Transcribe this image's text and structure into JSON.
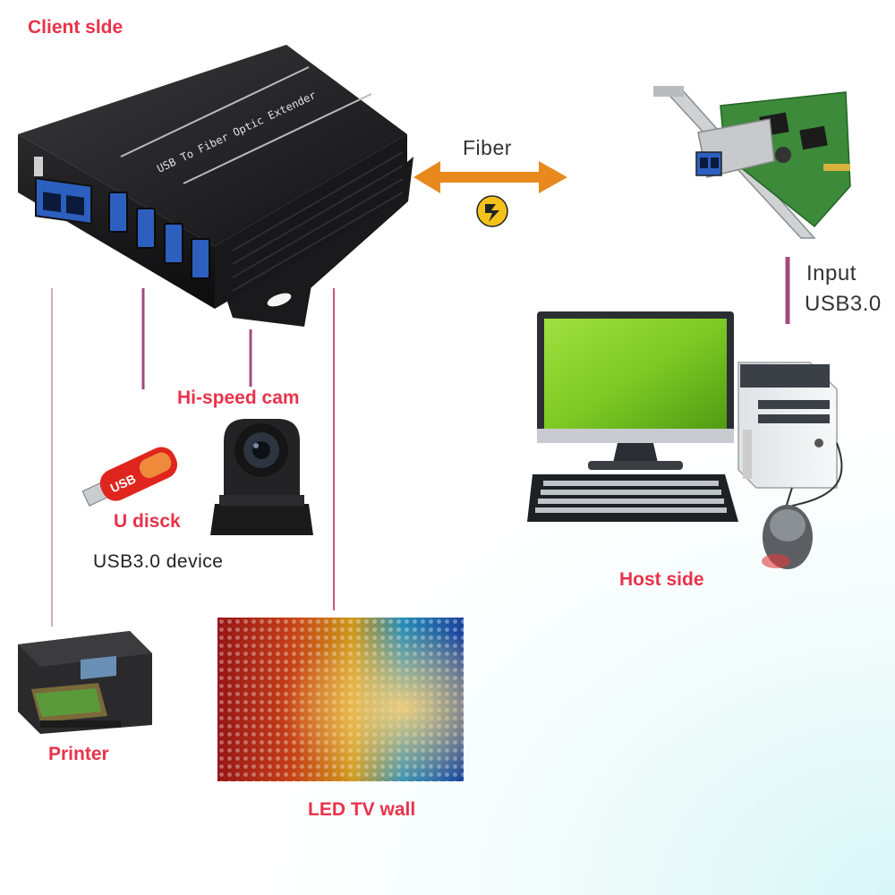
{
  "labels": {
    "client_side": "Client slde",
    "fiber": "Fiber",
    "input_line1": "Input",
    "input_line2": "USB3.0",
    "hi_speed_cam": "Hi-speed cam",
    "u_disck": "U disck",
    "usb30_device": "USB3.0  device",
    "host_side": "Host side",
    "printer": "Printer",
    "led_tv_wall": "LED TV wall"
  },
  "device": {
    "brand_text": "USB To Fiber Optic Extender",
    "usb_stick_text": "USB"
  },
  "colors": {
    "label_red": "#e8334a",
    "connector_line": "#b05a86",
    "arrow_orange": "#e8891e",
    "device_body": "#1c1c1e",
    "usb_port_blue": "#2d5fbf",
    "monitor_green": "#7ec924"
  },
  "icons": [
    "usb-fiber-extender-icon",
    "pcie-fiber-card-icon",
    "fiber-link-icon",
    "desktop-computer-icon",
    "usb-stick-icon",
    "ptz-camera-icon",
    "printer-icon",
    "led-wall-icon"
  ]
}
